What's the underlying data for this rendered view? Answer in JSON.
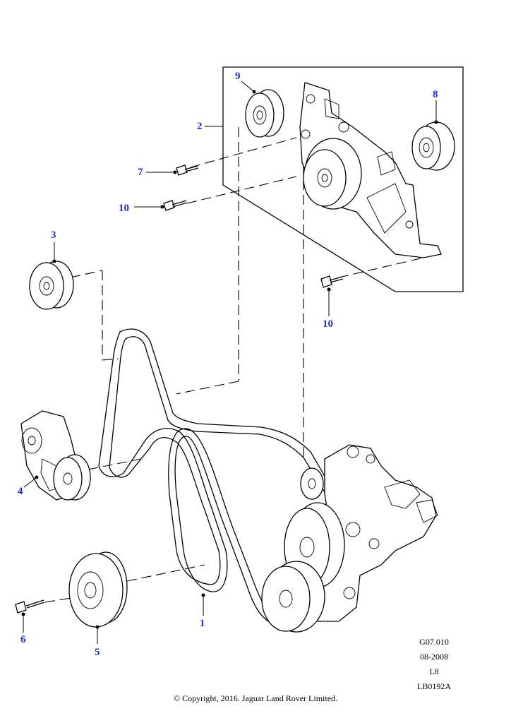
{
  "callouts": {
    "c1": "1",
    "c2": "2",
    "c3": "3",
    "c4": "4",
    "c5": "5",
    "c6": "6",
    "c7": "7",
    "c8": "8",
    "c9": "9",
    "c10a": "10",
    "c10b": "10"
  },
  "meta": {
    "line1": "G07.010",
    "line2": "08-2008",
    "line3": "L8",
    "line4": "LB0192A"
  },
  "copyright": "© Copyright, 2016. Jaguar Land Rover Limited.",
  "colors": {
    "callout": "#1f2fd0",
    "lines": "#000000"
  }
}
